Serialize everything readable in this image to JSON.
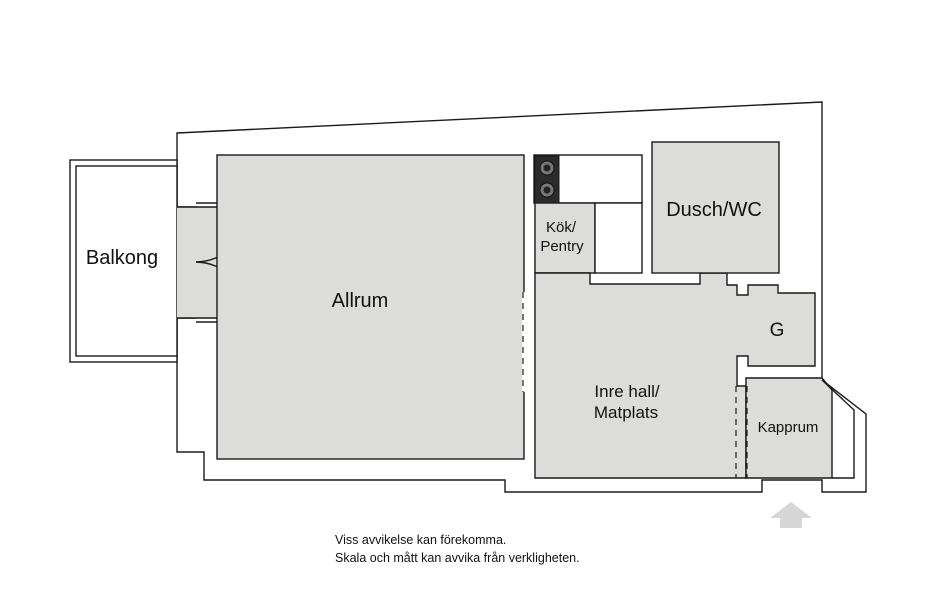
{
  "rooms": {
    "balcony": "Balkong",
    "living": "Allrum",
    "kitchen_line1": "Kök/",
    "kitchen_line2": "Pentry",
    "bathroom": "Dusch/WC",
    "wardrobe": "G",
    "hall_line1": "Inre hall/",
    "hall_line2": "Matplats",
    "cloakroom": "Kapprum"
  },
  "disclaimer": {
    "line1": "Viss avvikelse kan förekomma.",
    "line2": "Skala och mått kan avvika från verkligheten."
  },
  "colors": {
    "room_fill": "#dcdcda",
    "wall": "#1a1a1a",
    "stove": "#2b2b2b",
    "entry_arrow": "#d6d6d6"
  },
  "icons": [
    "stove-burner-icon",
    "entrance-arrow-icon"
  ]
}
